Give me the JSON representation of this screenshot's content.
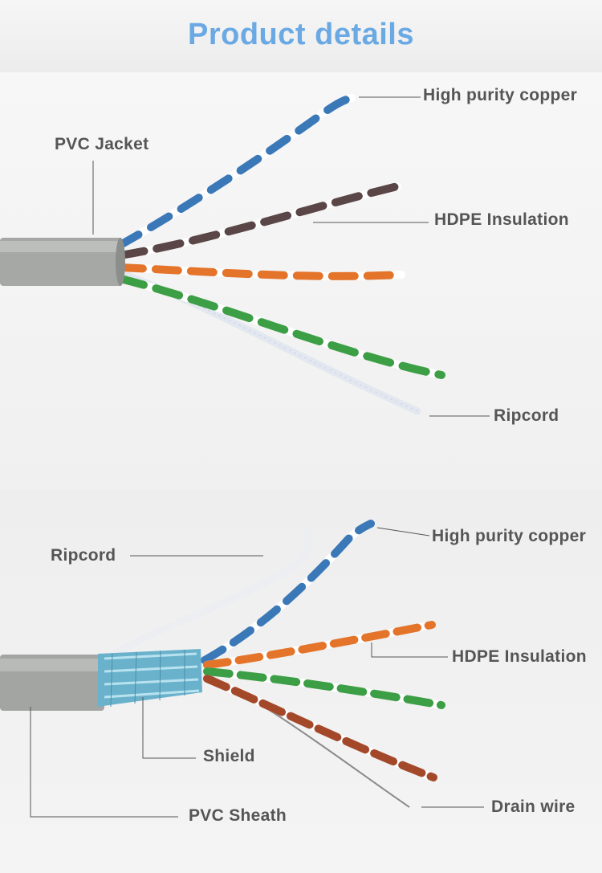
{
  "title": "Product details",
  "colors": {
    "title": "#6aa9e3",
    "label": "#555555",
    "jacket": "#a6a8a6",
    "shield": "#6ab2cc"
  },
  "diagram_top": {
    "labels": {
      "copper": "High purity copper",
      "jacket": "PVC Jacket",
      "insulation": "HDPE Insulation",
      "ripcord": "Ripcord"
    }
  },
  "diagram_bottom": {
    "labels": {
      "ripcord": "Ripcord",
      "copper": "High purity copper",
      "insulation": "HDPE Insulation",
      "shield": "Shield",
      "sheath": "PVC Sheath",
      "drain": "Drain wire"
    }
  }
}
